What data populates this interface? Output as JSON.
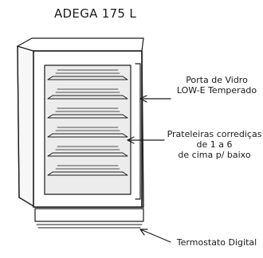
{
  "header": {
    "title": "ADEGA 175 L"
  },
  "callouts": {
    "door": {
      "line1": "Porta de Vidro",
      "line2": "LOW-E Temperado"
    },
    "shelves": {
      "line1": "Prateleiras corrediças",
      "line2": "de 1 a 6",
      "line3": "de cima p/ baixo"
    },
    "thermostat": {
      "line1": "Termostato Digital"
    }
  },
  "colors": {
    "ink": "#1a1a1a",
    "glass": "#ececec",
    "panel": "#f7f7f7"
  }
}
